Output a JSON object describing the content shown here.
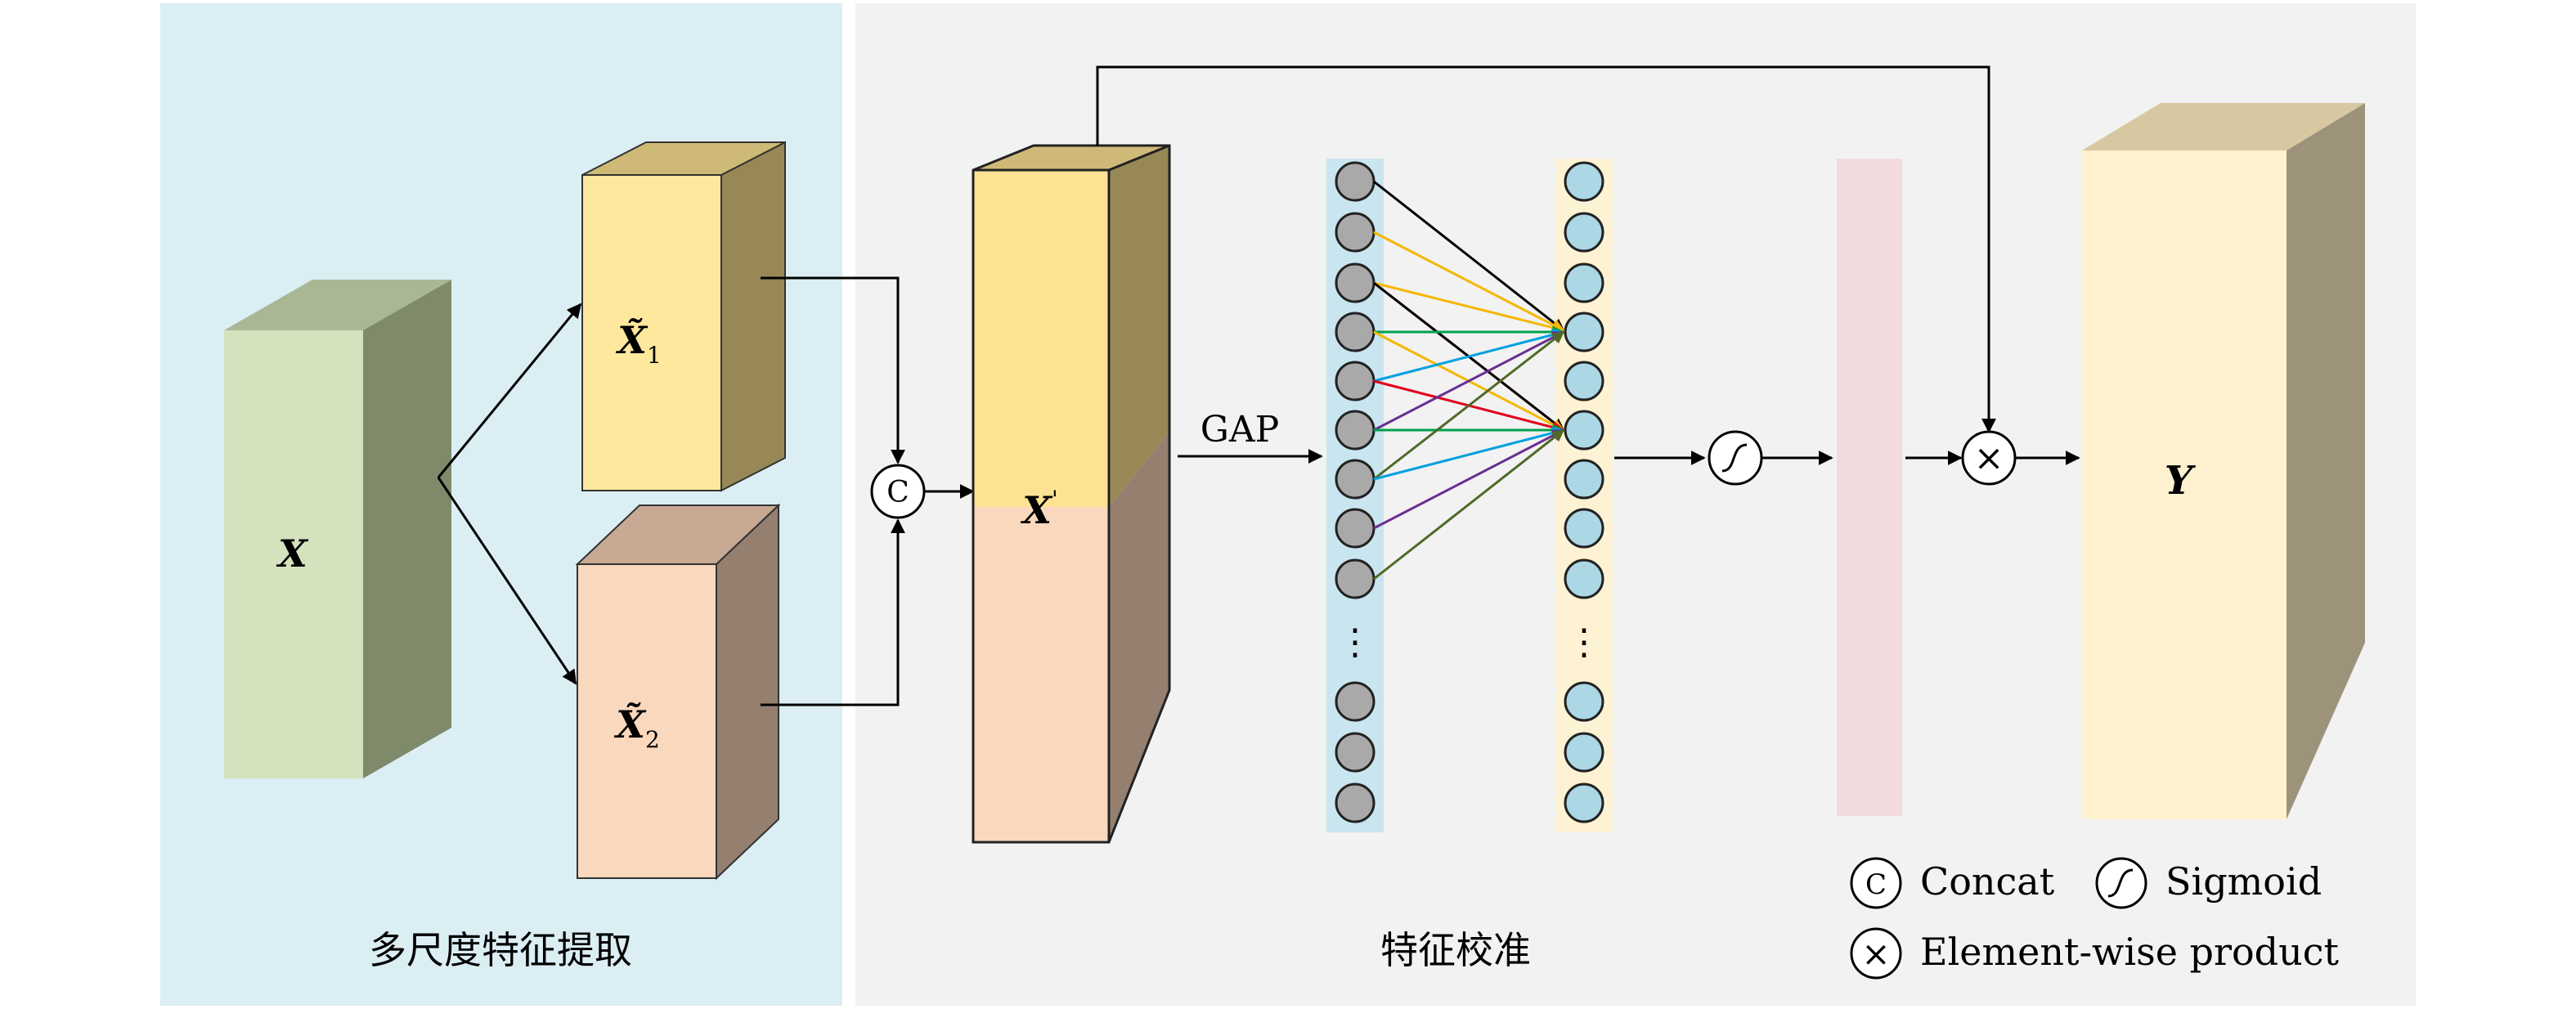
{
  "sections": {
    "left": "多尺度特征提取",
    "right": "特征校准"
  },
  "blocks": {
    "x": "X",
    "x1": "X̃",
    "x1_sub": "1",
    "x2": "X̃",
    "x2_sub": "2",
    "xprime": "X",
    "xprime_sup": "'",
    "y": "Y"
  },
  "ops": {
    "concat_symbol": "C",
    "product_symbol": "×",
    "gap_label": "GAP",
    "dots": "⋮"
  },
  "legend": {
    "concat_symbol": "C",
    "concat": "Concat",
    "sigmoid": "Sigmoid",
    "product_symbol": "×",
    "product": "Element-wise product"
  },
  "colors": {
    "left_panel_bg": "#dbeef4",
    "right_panel_bg": "#f2f2f2",
    "connection_colors": [
      "#000000",
      "#f5b700",
      "#e0001b",
      "#00a14b",
      "#00a0e0",
      "#6a2e92",
      "#4f6a25"
    ]
  }
}
